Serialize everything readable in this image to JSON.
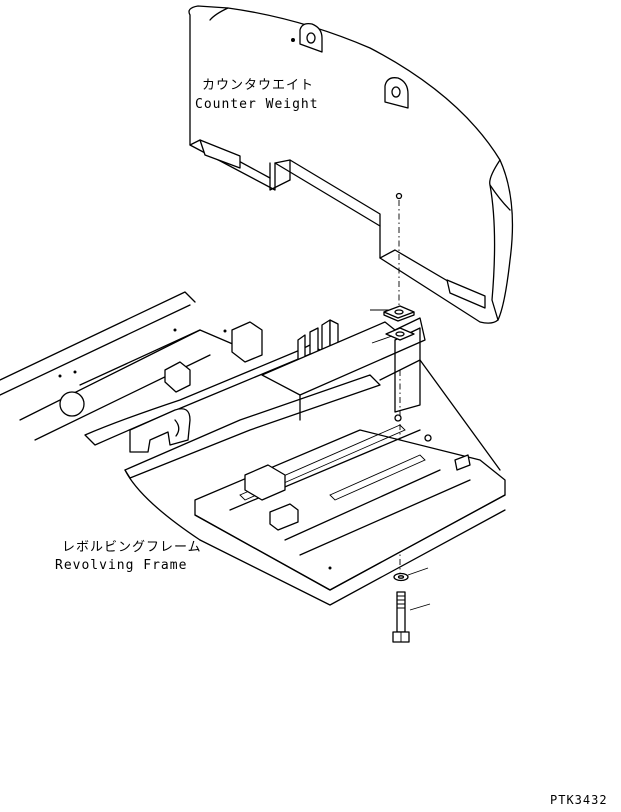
{
  "labels": {
    "counterweight_jp": "カウンタウエイト",
    "counterweight_en": "Counter Weight",
    "frame_jp": "レボルビングフレーム",
    "frame_en": "Revolving Frame",
    "drawing_code": "PTK3432"
  },
  "parts": [
    {
      "name": "counterweight",
      "icon": "counterweight-block"
    },
    {
      "name": "revolving-frame",
      "icon": "frame-assembly"
    },
    {
      "name": "plate-washer",
      "icon": "square-washer"
    },
    {
      "name": "shim",
      "icon": "square-shim"
    },
    {
      "name": "washer",
      "icon": "round-washer"
    },
    {
      "name": "bolt",
      "icon": "hex-bolt"
    }
  ]
}
